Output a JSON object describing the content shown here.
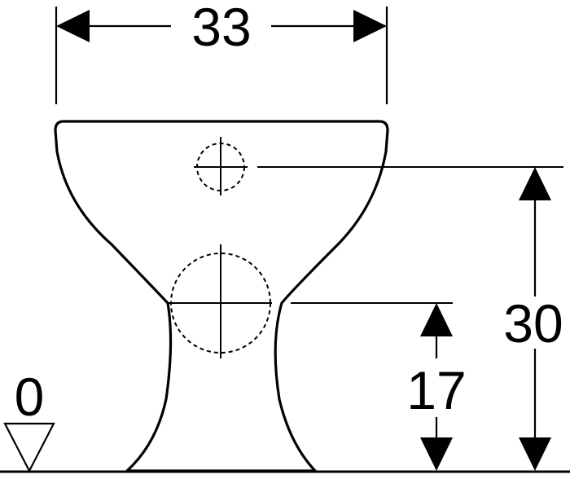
{
  "dimensions": {
    "width": "33",
    "height_upper": "30",
    "height_lower": "17",
    "floor_level": "0"
  },
  "colors": {
    "line": "#000000",
    "background": "#ffffff"
  }
}
